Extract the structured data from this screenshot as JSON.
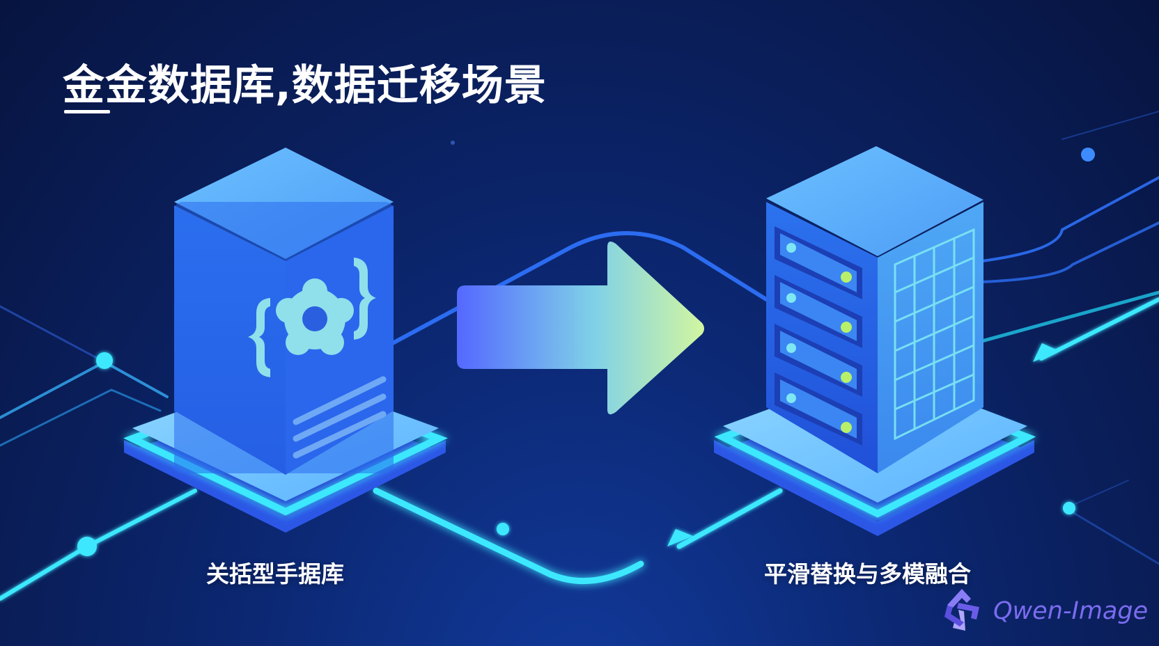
{
  "title": "金金数据库,数据迁移场景",
  "source": {
    "label": "关括型手据库"
  },
  "target": {
    "label": "平滑替换与多模融合"
  },
  "watermark": {
    "text": "Qwen-Image",
    "icon": "qwen-logo-icon"
  },
  "colors": {
    "background": "#0a1f5c",
    "server_blue": "#2f6cf0",
    "glow_cyan": "#3ee8ff",
    "arrow_start": "#5b6cff",
    "arrow_end": "#c8f5a0",
    "brand_purple": "#7b6cf0"
  }
}
